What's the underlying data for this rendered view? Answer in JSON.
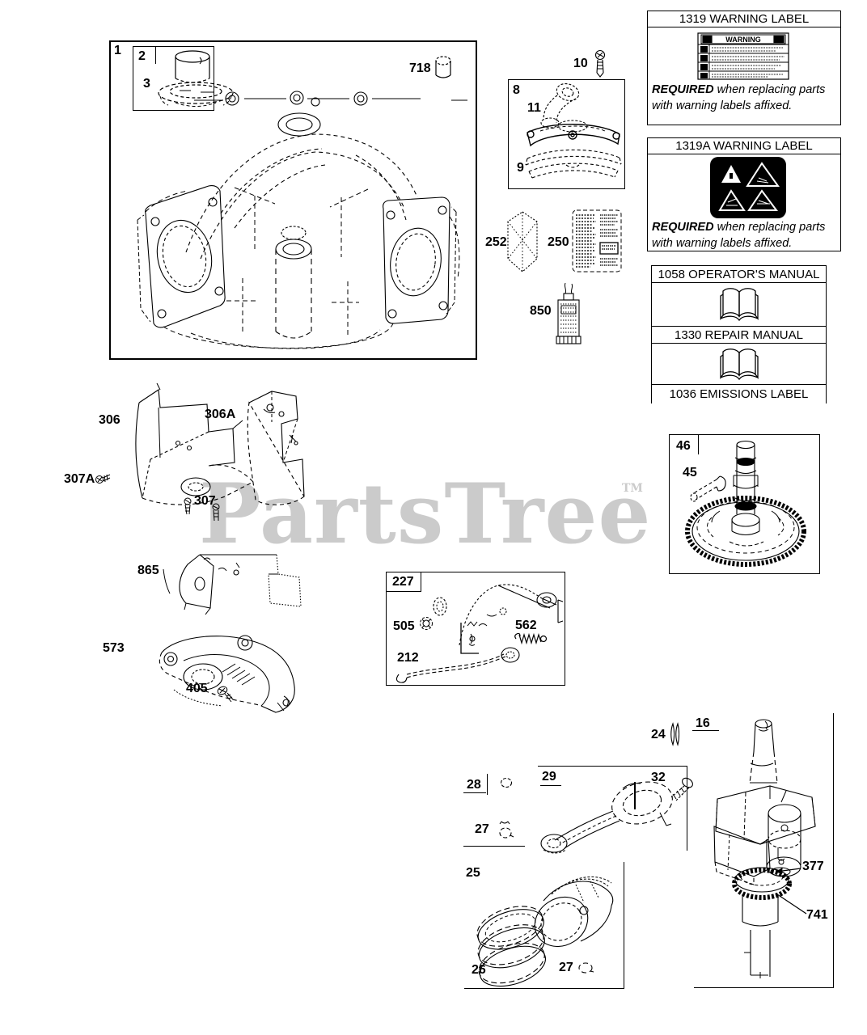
{
  "watermark": {
    "text": "PartsTree",
    "tm": "TM",
    "color": "#cbcbcb"
  },
  "cylinder_section": {
    "box_label": "1",
    "sleeve_box_label": "2",
    "seal_label": "3",
    "dowel_label": "718"
  },
  "intake_section": {
    "box_label": "8",
    "screw_label": "10",
    "elbow_label": "11",
    "gasket_label": "9"
  },
  "misc_parts": {
    "breather_label": "252",
    "decal_label": "250",
    "sealant_label": "850"
  },
  "warning_1319": {
    "title": "1319 WARNING LABEL",
    "label_title": "WARNING",
    "required_word": "REQUIRED",
    "required_rest": " when replacing parts",
    "required_line2": "with warning labels affixed."
  },
  "warning_1319a": {
    "title": "1319A WARNING LABEL",
    "required_word": "REQUIRED",
    "required_rest": " when replacing parts",
    "required_line2": "with warning labels affixed."
  },
  "manuals": {
    "operators": "1058 OPERATOR'S MANUAL",
    "repair": "1330 REPAIR MANUAL",
    "emissions": "1036 EMISSIONS LABEL",
    "book_icon": "open-book"
  },
  "camshaft_section": {
    "box_label": "46",
    "pin_label": "45"
  },
  "shields_section": {
    "shield_left_label": "306",
    "shield_right_label": "306A",
    "screw_a_label": "307A",
    "screw_label": "307",
    "bracket_label": "865",
    "guard_label": "573",
    "guard_screw_label": "405"
  },
  "governor_section": {
    "box_label": "227",
    "nut_label": "505",
    "spring_label": "562",
    "link_label": "212"
  },
  "crankshaft_section": {
    "key_label": "24",
    "box_label": "16",
    "washer_label": "377",
    "gear_label": "741"
  },
  "piston_section": {
    "pin_label": "28",
    "clip_top_label": "27",
    "piston_box_label": "25",
    "rod_box_label": "29",
    "screw_label": "32",
    "rings_label": "26",
    "clip_bottom_label": "27"
  }
}
